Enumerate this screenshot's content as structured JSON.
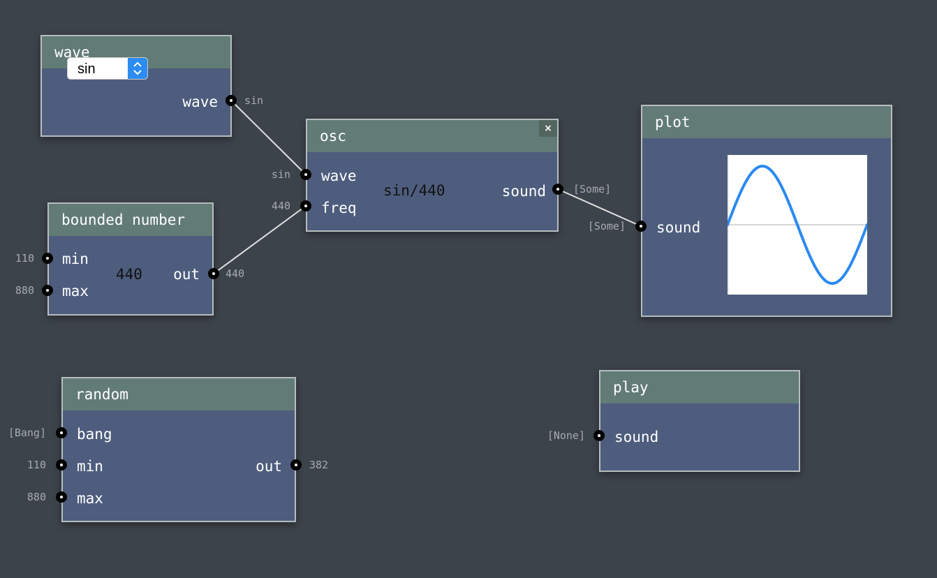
{
  "nodes": {
    "wave": {
      "title": "wave",
      "select_value": "sin",
      "outputs": [
        {
          "label": "wave",
          "value": "sin"
        }
      ]
    },
    "bounded_number": {
      "title": "bounded number",
      "value": "440",
      "inputs": [
        {
          "label": "min",
          "value": "110"
        },
        {
          "label": "max",
          "value": "880"
        }
      ],
      "outputs": [
        {
          "label": "out",
          "value": "440"
        }
      ]
    },
    "osc": {
      "title": "osc",
      "close_label": "×",
      "value": "sin/440",
      "inputs": [
        {
          "label": "wave",
          "value": "sin"
        },
        {
          "label": "freq",
          "value": "440"
        }
      ],
      "outputs": [
        {
          "label": "sound",
          "value": "[Some]"
        }
      ]
    },
    "plot": {
      "title": "plot",
      "inputs": [
        {
          "label": "sound",
          "value": "[Some]"
        }
      ],
      "plot": {
        "waveform": "sin",
        "cycles": 1,
        "line_color": "#2a8af0",
        "axis_color": "#d6d6d6"
      }
    },
    "random": {
      "title": "random",
      "inputs": [
        {
          "label": "bang",
          "value": "[Bang]"
        },
        {
          "label": "min",
          "value": "110"
        },
        {
          "label": "max",
          "value": "880"
        }
      ],
      "outputs": [
        {
          "label": "out",
          "value": "382"
        }
      ]
    },
    "play": {
      "title": "play",
      "inputs": [
        {
          "label": "sound",
          "value": "[None]"
        }
      ]
    }
  },
  "connections": [
    {
      "from": "wave.wave",
      "to": "osc.wave"
    },
    {
      "from": "bounded_number.out",
      "to": "osc.freq"
    },
    {
      "from": "osc.sound",
      "to": "plot.sound"
    }
  ],
  "colors": {
    "background": "#3d434b",
    "node_body": "#4e5d7d",
    "node_header": "#627b77",
    "node_border": "#b7bdbf",
    "wire": "#e0e0e0",
    "io_label": "#a6abb0",
    "select_accent": "#2c8cf1"
  }
}
